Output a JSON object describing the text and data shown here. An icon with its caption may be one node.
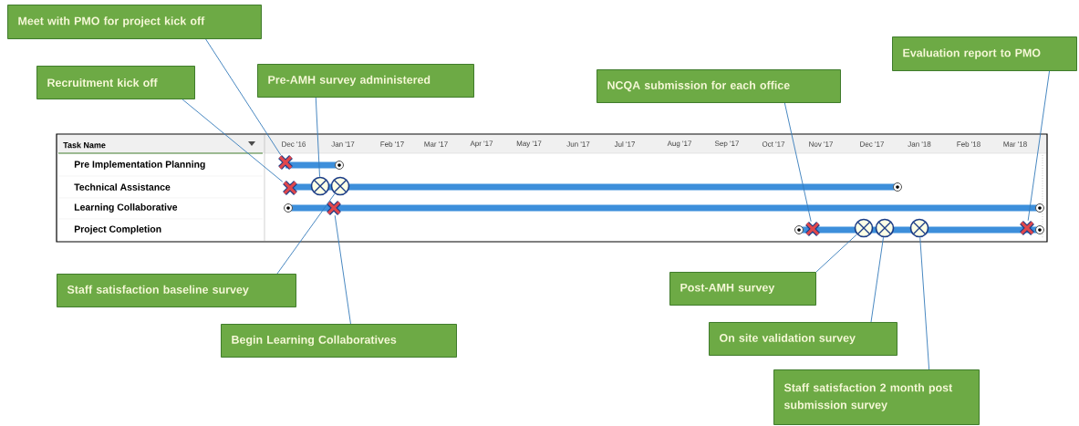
{
  "diagram": {
    "nodes": [
      {
        "text": [
          "Meet with PMO for project kick off"
        ]
      },
      {
        "text": [
          "Recruitment kick off"
        ]
      },
      {
        "text": [
          "Pre-AMH survey administered"
        ]
      },
      {
        "text": [
          "NCQA submission for each office"
        ]
      },
      {
        "text": [
          "Evaluation  report to PMO"
        ]
      },
      {
        "text": [
          "Staff satisfaction baseline survey"
        ]
      },
      {
        "text": [
          "Begin Learning Collaboratives"
        ]
      },
      {
        "text": [
          "Post-AMH survey"
        ]
      },
      {
        "text": [
          "On site validation survey"
        ]
      },
      {
        "text": [
          "Staff satisfaction 2 month post submission survey"
        ]
      },
      {
        "text": [],
        "shape": "cross"
      },
      {
        "text": [],
        "shape": "cross"
      },
      {
        "text": [],
        "shape": "circle"
      },
      {
        "text": [],
        "shape": "circle"
      },
      {
        "text": [],
        "shape": "cross"
      },
      {
        "text": [],
        "shape": "cross"
      },
      {
        "text": [],
        "shape": "circle"
      },
      {
        "text": [],
        "shape": "circle"
      },
      {
        "text": [],
        "shape": "circle"
      },
      {
        "text": [],
        "shape": "cross"
      }
    ],
    "edges": [
      {
        "from": 0,
        "to": 10,
        "arrow": "none"
      },
      {
        "from": 1,
        "to": 11,
        "arrow": "none"
      },
      {
        "from": 2,
        "to": 12,
        "arrow": "none"
      },
      {
        "from": 3,
        "to": 15,
        "arrow": "none"
      },
      {
        "from": 4,
        "to": 19,
        "arrow": "none"
      },
      {
        "from": 5,
        "to": 13,
        "arrow": "none"
      },
      {
        "from": 6,
        "to": 14,
        "arrow": "none"
      },
      {
        "from": 7,
        "to": 16,
        "arrow": "none"
      },
      {
        "from": 8,
        "to": 17,
        "arrow": "none"
      },
      {
        "from": 9,
        "to": 18,
        "arrow": "none"
      }
    ],
    "labels": [
      "Task Name",
      "Dec '16",
      "Jan '17",
      "Feb '17",
      "Mar '17",
      "Apr '17",
      "May '17",
      "Jun '17",
      "Jul '17",
      "Aug '17",
      "Sep '17",
      "Oct '17",
      "Nov '17",
      "Dec '17",
      "Jan '18",
      "Feb '18",
      "Mar '18",
      "Pre Implementation Planning",
      "Technical Assistance",
      "Learning Collaborative",
      "Project Completion"
    ]
  }
}
